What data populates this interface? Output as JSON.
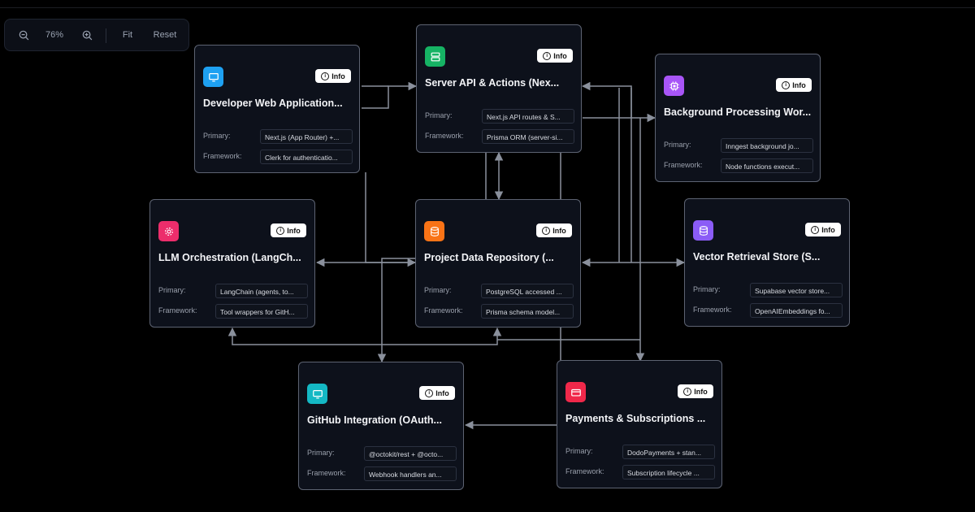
{
  "toolbar": {
    "zoom_out_icon": "zoom-out-icon",
    "zoom_level": "76%",
    "zoom_in_icon": "zoom-in-icon",
    "fit_label": "Fit",
    "reset_label": "Reset"
  },
  "colors": {
    "background": "#000000",
    "node_bg": "#0d111b",
    "node_border": "#5d6372",
    "edge": "#8a909c"
  },
  "nodes": [
    {
      "id": "web",
      "title": "Developer Web Application...",
      "icon": "monitor-icon",
      "color": "#1ea1f2",
      "info": "Info",
      "rows": [
        {
          "label": "Primary:",
          "value": "Next.js (App Router) +..."
        },
        {
          "label": "Framework:",
          "value": "Clerk for authenticatio..."
        }
      ]
    },
    {
      "id": "api",
      "title": "Server API & Actions (Nex...",
      "icon": "server-icon",
      "color": "#16b364",
      "info": "Info",
      "rows": [
        {
          "label": "Primary:",
          "value": "Next.js API routes & S..."
        },
        {
          "label": "Framework:",
          "value": "Prisma ORM (server-si..."
        }
      ]
    },
    {
      "id": "bg",
      "title": "Background Processing Wor...",
      "icon": "cpu-icon",
      "color": "#a855f7",
      "info": "Info",
      "rows": [
        {
          "label": "Primary:",
          "value": "Inngest background jo..."
        },
        {
          "label": "Framework:",
          "value": "Node functions execut..."
        }
      ]
    },
    {
      "id": "llm",
      "title": "LLM Orchestration (LangCh...",
      "icon": "gear-icon",
      "color": "#ec2d6b",
      "info": "Info",
      "rows": [
        {
          "label": "Primary:",
          "value": "LangChain (agents, to..."
        },
        {
          "label": "Framework:",
          "value": "Tool wrappers for GitH..."
        }
      ]
    },
    {
      "id": "repo",
      "title": "Project Data Repository (...",
      "icon": "database-icon",
      "color": "#f97316",
      "info": "Info",
      "rows": [
        {
          "label": "Primary:",
          "value": "PostgreSQL accessed ..."
        },
        {
          "label": "Framework:",
          "value": "Prisma schema model..."
        }
      ]
    },
    {
      "id": "vector",
      "title": "Vector Retrieval Store (S...",
      "icon": "database-icon",
      "color": "#8b5cf6",
      "info": "Info",
      "rows": [
        {
          "label": "Primary:",
          "value": "Supabase vector store..."
        },
        {
          "label": "Framework:",
          "value": "OpenAIEmbeddings fo..."
        }
      ]
    },
    {
      "id": "github",
      "title": "GitHub Integration (OAuth...",
      "icon": "monitor-icon",
      "color": "#14b8c4",
      "info": "Info",
      "rows": [
        {
          "label": "Primary:",
          "value": "@octokit/rest + @octo..."
        },
        {
          "label": "Framework:",
          "value": "Webhook handlers an..."
        }
      ]
    },
    {
      "id": "pay",
      "title": "Payments & Subscriptions ...",
      "icon": "credit-card-icon",
      "color": "#f0284a",
      "info": "Info",
      "rows": [
        {
          "label": "Primary:",
          "value": "DodoPayments + stan..."
        },
        {
          "label": "Framework:",
          "value": "Subscription lifecycle ..."
        }
      ]
    }
  ]
}
